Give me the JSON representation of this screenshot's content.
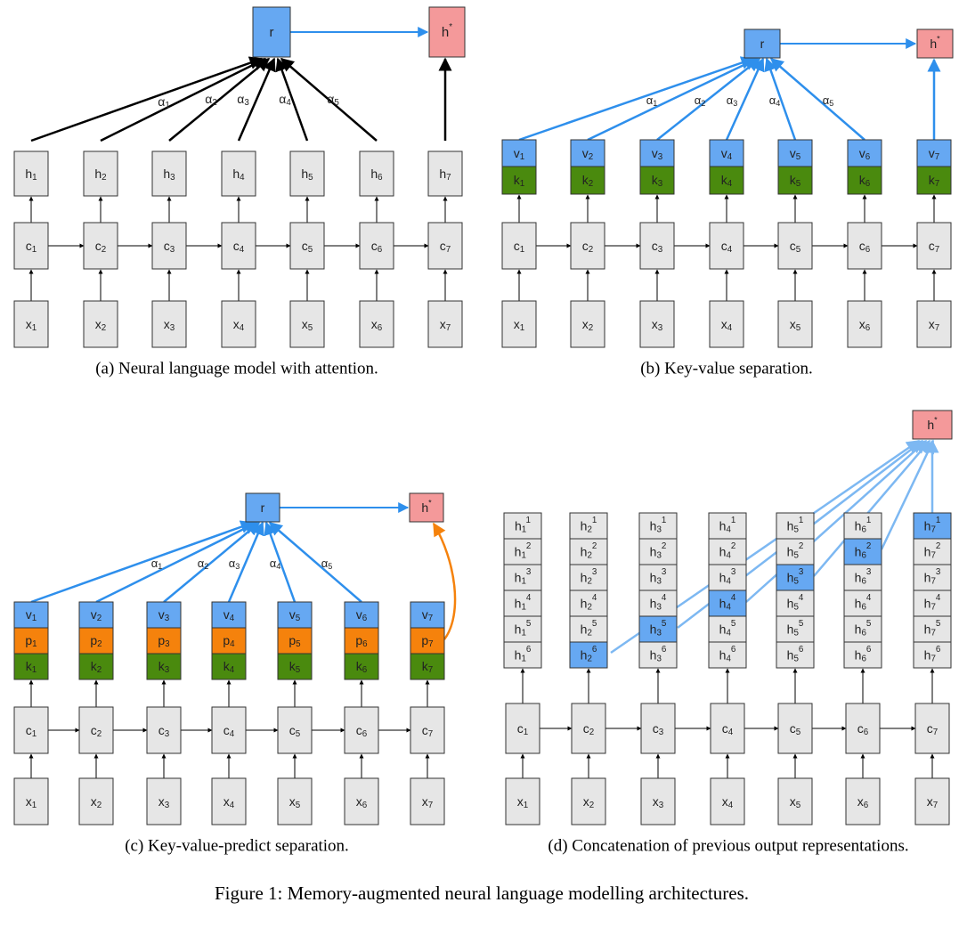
{
  "panels": {
    "a": {
      "caption": "(a) Neural language model with attention.",
      "r": "r",
      "hstar": "h*",
      "h": [
        "h1",
        "h2",
        "h3",
        "h4",
        "h5",
        "h6",
        "h7"
      ],
      "c": [
        "c1",
        "c2",
        "c3",
        "c4",
        "c5",
        "c6",
        "c7"
      ],
      "x": [
        "x1",
        "x2",
        "x3",
        "x4",
        "x5",
        "x6",
        "x7"
      ],
      "alphas": [
        "α1",
        "α2",
        "α3",
        "α4",
        "α5"
      ]
    },
    "b": {
      "caption": "(b) Key-value separation.",
      "r": "r",
      "hstar": "h*",
      "v": [
        "v1",
        "v2",
        "v3",
        "v4",
        "v5",
        "v6",
        "v7"
      ],
      "k": [
        "k1",
        "k2",
        "k3",
        "k4",
        "k5",
        "k6",
        "k7"
      ],
      "c": [
        "c1",
        "c2",
        "c3",
        "c4",
        "c5",
        "c6",
        "c7"
      ],
      "x": [
        "x1",
        "x2",
        "x3",
        "x4",
        "x5",
        "x6",
        "x7"
      ],
      "alphas": [
        "α1",
        "α2",
        "α3",
        "α4",
        "α5"
      ]
    },
    "c": {
      "caption": "(c) Key-value-predict separation.",
      "r": "r",
      "hstar": "h*",
      "v": [
        "v1",
        "v2",
        "v3",
        "v4",
        "v5",
        "v6",
        "v7"
      ],
      "p": [
        "p1",
        "p2",
        "p3",
        "p4",
        "p5",
        "p6",
        "p7"
      ],
      "k": [
        "k1",
        "k2",
        "k3",
        "k4",
        "k5",
        "k6",
        "k7"
      ],
      "c": [
        "c1",
        "c2",
        "c3",
        "c4",
        "c5",
        "c6",
        "c7"
      ],
      "x": [
        "x1",
        "x2",
        "x3",
        "x4",
        "x5",
        "x6",
        "x7"
      ],
      "alphas": [
        "α1",
        "α2",
        "α3",
        "α4",
        "α5"
      ]
    },
    "d": {
      "caption": "(d) Concatenation of previous output representations.",
      "hstar": "h*",
      "c": [
        "c1",
        "c2",
        "c3",
        "c4",
        "c5",
        "c6",
        "c7"
      ],
      "x": [
        "x1",
        "x2",
        "x3",
        "x4",
        "x5",
        "x6",
        "x7"
      ],
      "highlighted": [
        [
          2,
          6
        ],
        [
          3,
          5
        ],
        [
          4,
          4
        ],
        [
          5,
          3
        ],
        [
          6,
          2
        ],
        [
          7,
          1
        ]
      ]
    }
  },
  "figure_caption": "Figure 1: Memory-augmented neural language modelling architectures.",
  "colors": {
    "box": "#e6e6e6",
    "blue": "#66a8f2",
    "green": "#4a8a0e",
    "orange": "#f5820c",
    "pink": "#f4999a",
    "arrow_blue": "#2e8fec",
    "arrow_light": "#7db8f2",
    "arrow_orange": "#f5820c",
    "alpha_green": "#6a9a1f"
  }
}
